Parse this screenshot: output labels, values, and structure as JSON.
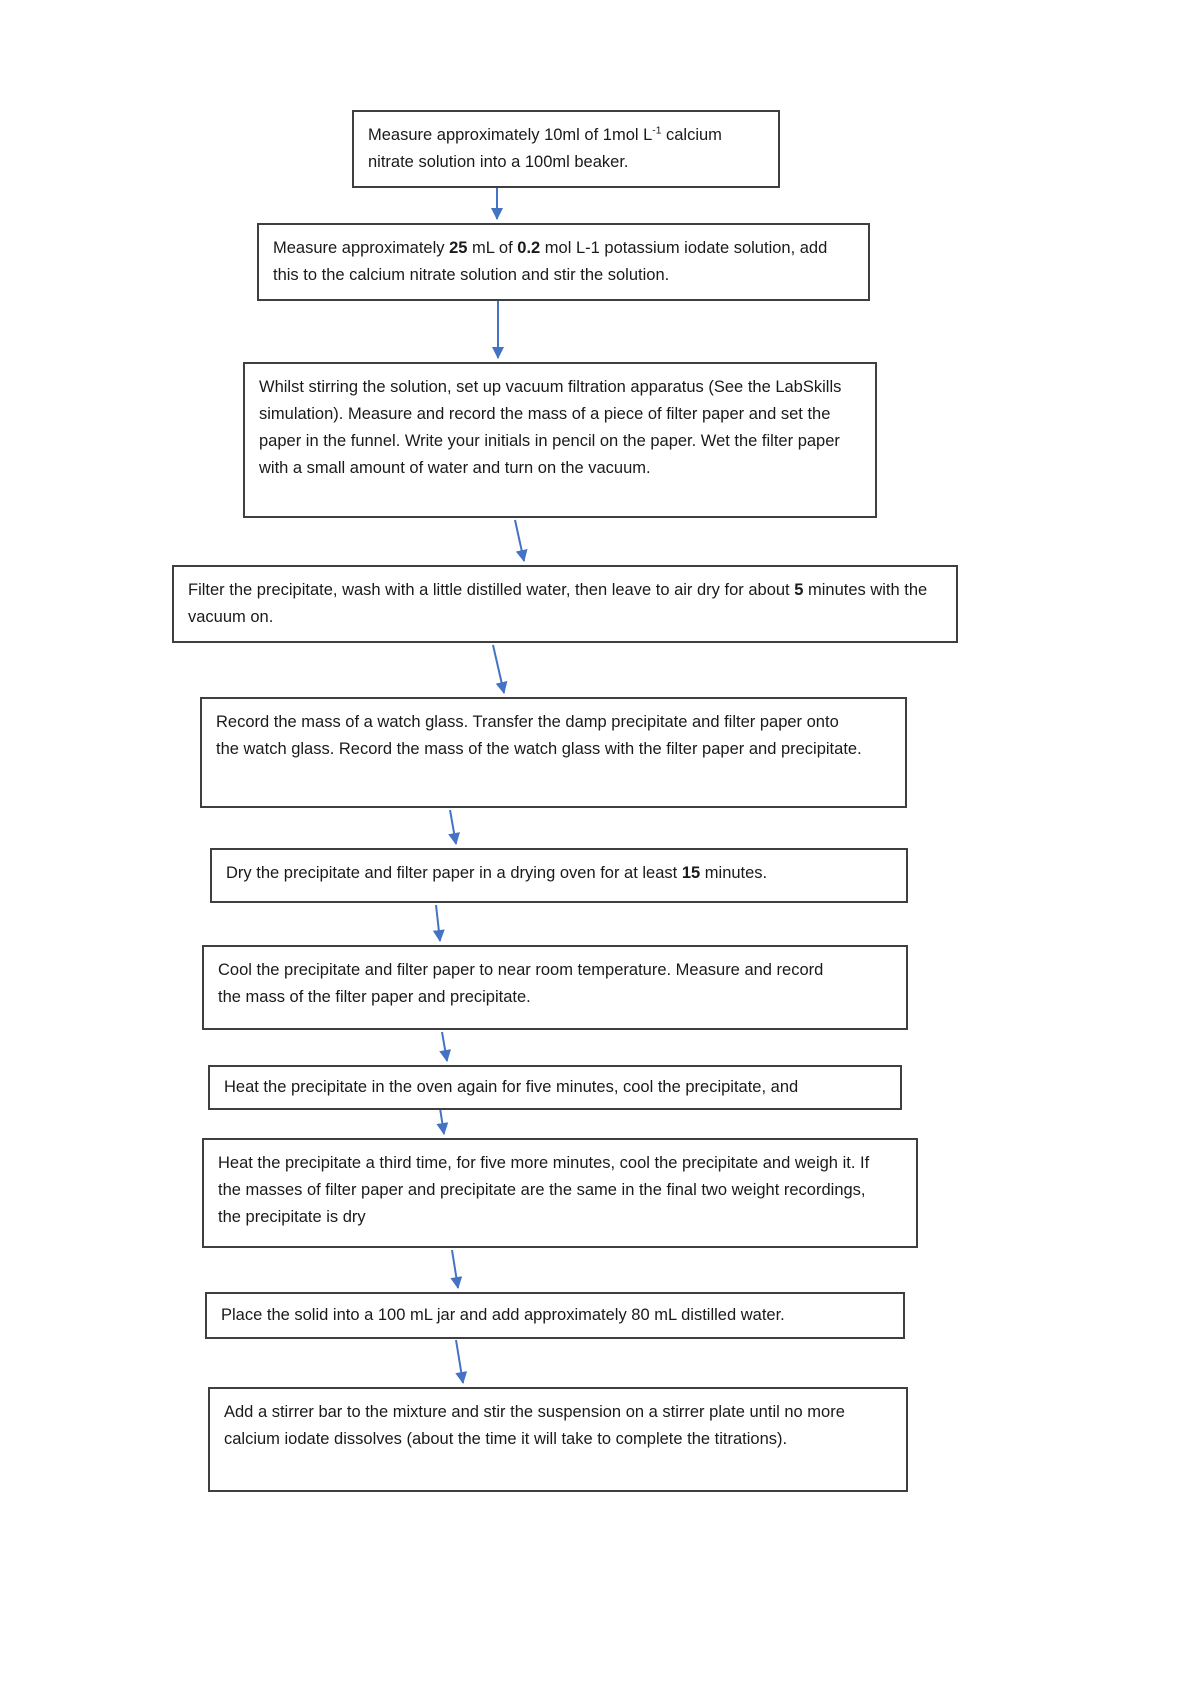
{
  "colors": {
    "arrow": "#4472C4",
    "box_border": "#3f3f3f",
    "text": "#1a1a1a",
    "page_bg": "#ffffff"
  },
  "flowchart": {
    "kind": "procedure-flowchart",
    "steps": [
      {
        "id": 1,
        "segments": [
          {
            "text": "Measure approximately 10ml of 1mol L"
          },
          {
            "text": "-1",
            "sup": true
          },
          {
            "text": " calcium nitrate solution into a 100ml beaker."
          }
        ]
      },
      {
        "id": 2,
        "segments": [
          {
            "text": "Measure approximately "
          },
          {
            "text": "25",
            "bold": true
          },
          {
            "text": " mL of "
          },
          {
            "text": "0.2",
            "bold": true
          },
          {
            "text": " mol L-1 potassium iodate solution, add this to the calcium nitrate solution and stir the solution."
          }
        ]
      },
      {
        "id": 3,
        "segments": [
          {
            "text": "Whilst stirring the solution, set up vacuum filtration apparatus (See the LabSkills simulation). Measure and record the mass of a piece of filter paper and set the paper in the funnel. Write your initials in pencil on the paper. Wet the filter paper with a small amount of water and turn on the vacuum."
          }
        ]
      },
      {
        "id": 4,
        "segments": [
          {
            "text": "Filter the precipitate, wash with a little distilled water, then leave to air dry for about "
          },
          {
            "text": "5",
            "bold": true
          },
          {
            "text": " minutes with the vacuum on."
          }
        ]
      },
      {
        "id": 5,
        "segments": [
          {
            "text": "Record the mass of a watch glass. Transfer the damp precipitate and filter paper onto the watch glass. Record the mass of the watch glass with the filter paper and precipitate."
          }
        ]
      },
      {
        "id": 6,
        "segments": [
          {
            "text": "Dry the precipitate and filter paper in a drying oven for at least "
          },
          {
            "text": "15",
            "bold": true
          },
          {
            "text": " minutes."
          }
        ]
      },
      {
        "id": 7,
        "segments": [
          {
            "text": "Cool the precipitate and filter paper to near room temperature. Measure and record the mass of the filter paper and precipitate."
          }
        ]
      },
      {
        "id": 8,
        "segments": [
          {
            "text": "Heat the precipitate in the oven again for five minutes, cool the precipitate, and"
          }
        ]
      },
      {
        "id": 9,
        "segments": [
          {
            "text": "Heat the precipitate a third time, for five more minutes, cool the precipitate and weigh it. If the masses of filter paper and precipitate are the same in the final two weight recordings, the precipitate is dry"
          }
        ]
      },
      {
        "id": 10,
        "segments": [
          {
            "text": "Place the solid into a 100 mL jar and add approximately 80 mL distilled water."
          }
        ]
      },
      {
        "id": 11,
        "segments": [
          {
            "text": "Add a stirrer bar to the mixture and stir the suspension on a stirrer plate until no more calcium iodate dissolves (about the time it will take to complete the titrations)."
          }
        ]
      }
    ]
  }
}
